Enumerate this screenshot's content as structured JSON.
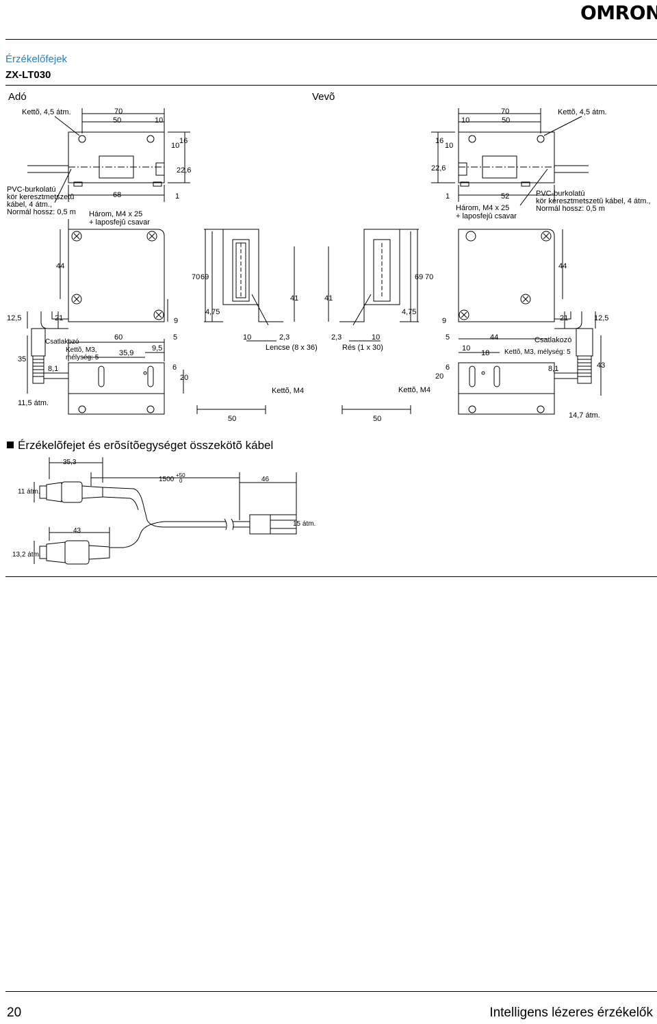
{
  "header": {
    "brand": "OMRON"
  },
  "section": {
    "title": "Érzékelőfejek",
    "model": "ZX-LT030"
  },
  "views": {
    "emitter": "Adó",
    "receiver": "Vevõ"
  },
  "labels": {
    "cable_left": [
      "PVC-burkolatú",
      "kör keresztmetszetû",
      "kábel, 4 átm.,",
      "Normál hossz: 0,5 m"
    ],
    "cable_right": [
      "PVC-burkolatú",
      "kör keresztmetszetû kábel, 4 átm.,",
      "Normál hossz: 0,5 m"
    ],
    "screws": [
      "Három, M4 x 25",
      "+ laposfejû csavar"
    ],
    "two_45": "Kettõ, 4,5 átm.",
    "connector": "Csatlakozó",
    "two_m3": "Kettõ, M3,",
    "depth5": "mélység: 5",
    "two_m3_depth": "Kettõ, M3, mélység: 5",
    "lens": "Lencse (8 x 36)",
    "slit": "Rés (1 x 30)",
    "two_m4": "Kettõ, M4",
    "d115": "11,5 átm.",
    "d147": "14,7 átm."
  },
  "dims": {
    "d70": "70",
    "d50": "50",
    "d10": "10",
    "d16": "16",
    "d226": "22,6",
    "d68": "68",
    "d1": "1",
    "d52": "52",
    "d44": "44",
    "d69": "69",
    "d41": "41",
    "d125": "12,5",
    "d21": "21",
    "d9": "9",
    "d475": "4,75",
    "d23": "2,3",
    "d60": "60",
    "d5": "5",
    "d359": "35,9",
    "d95": "9,5",
    "d35": "35",
    "d81": "8,1",
    "d6": "6",
    "d20": "20",
    "d43": "43",
    "d18": "18"
  },
  "cable_section": {
    "title": "Érzékelõfejet és erõsítõegységet összekötõ kábel",
    "d353": "35,3",
    "d1500": "1500",
    "tol_plus": "+50",
    "tol_zero": "0",
    "d46": "46",
    "d43": "43",
    "d11": "11 átm.",
    "d132": "13,2 átm.",
    "d15": "15 átm."
  },
  "footer": {
    "page": "20",
    "title": "Intelligens lézeres érzékelők"
  }
}
